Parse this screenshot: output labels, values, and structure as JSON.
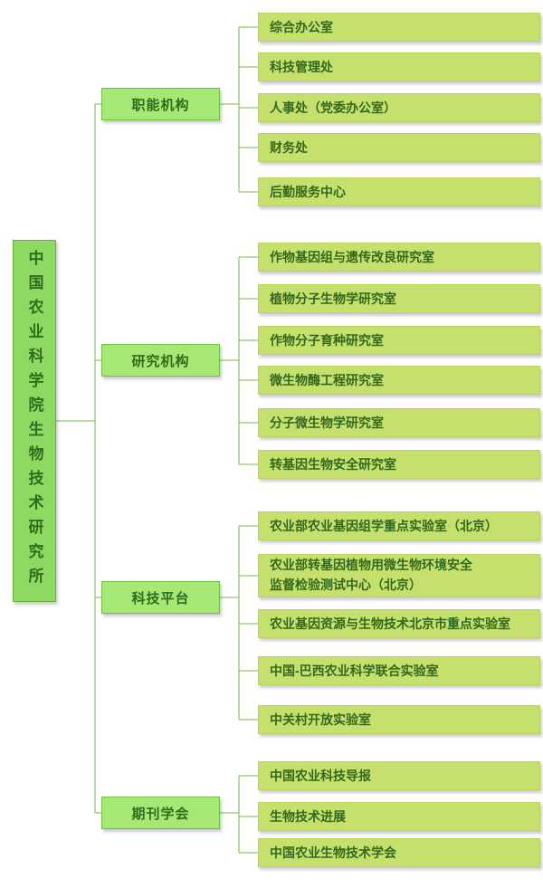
{
  "root": {
    "label": "中国农业科学院生物技术研究所"
  },
  "branches": [
    {
      "label": "职能机构",
      "children": [
        "综合办公室",
        "科技管理处",
        "人事处（党委办公室）",
        "财务处",
        "后勤服务中心"
      ]
    },
    {
      "label": "研究机构",
      "children": [
        "作物基因组与遗传改良研究室",
        "植物分子生物学研究室",
        "作物分子育种研究室",
        "微生物酶工程研究室",
        "分子微生物学研究室",
        "转基因生物安全研究室"
      ]
    },
    {
      "label": "科技平台",
      "children": [
        "农业部农业基因组学重点实验室（北京）",
        "农业部转基因植物用微生物环境安全监督检验测试中心（北京）",
        "农业基因资源与生物技术北京市重点实验室",
        "中国-巴西农业科学联合实验室",
        "中关村开放实验室"
      ]
    },
    {
      "label": "期刊学会",
      "children": [
        "中国农业科技导报",
        "生物技术进展",
        "中国农业生物技术学会"
      ]
    }
  ],
  "colors": {
    "root_fill": "#8ed964",
    "branch_fill": "#a5e876",
    "leaf_fill": "#c6e06d",
    "connector_line": "#7ab648",
    "text": "#33691e"
  }
}
